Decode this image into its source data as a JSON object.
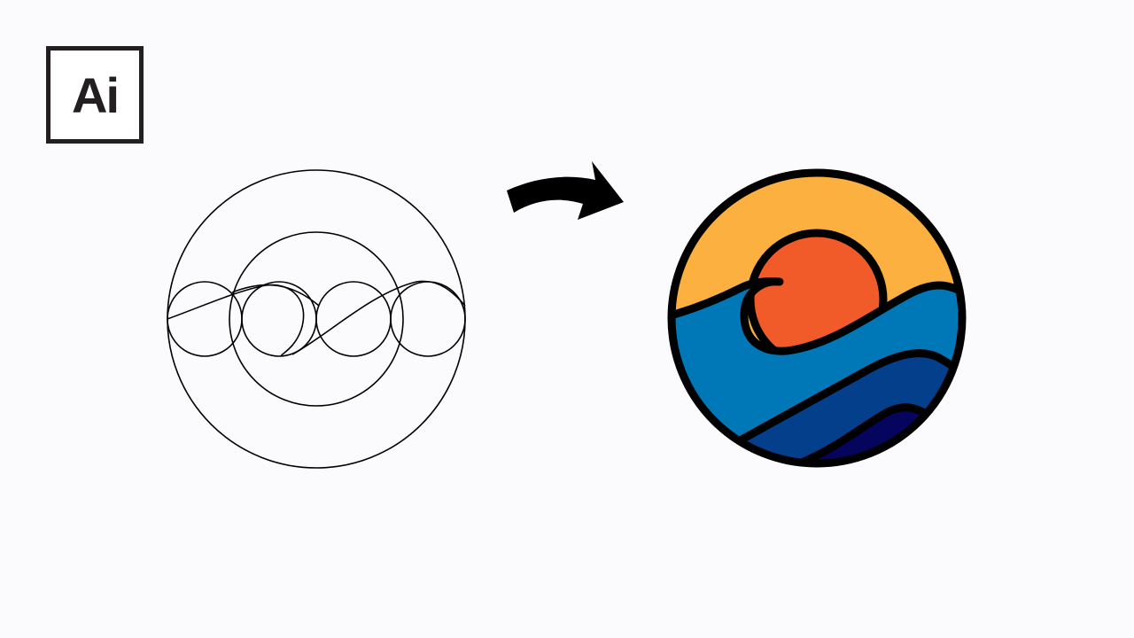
{
  "logo": {
    "text": "Ai",
    "icon": "adobe-illustrator-icon",
    "color": "#231f20"
  },
  "colors": {
    "background": "#fbfbfd",
    "outline": "#000000",
    "sky": "#fbb040",
    "sun": "#f15a29",
    "wave_light": "#0077b6",
    "wave_mid": "#043f8c",
    "wave_dark": "#05055e"
  },
  "illustrations": {
    "left": "wireframe-construction-drawing",
    "arrow": "curved-arrow-icon",
    "right": "sunset-wave-emblem"
  }
}
